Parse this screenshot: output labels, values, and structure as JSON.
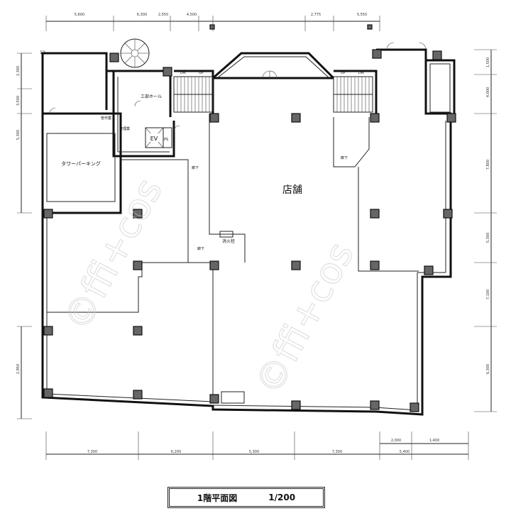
{
  "plan": {
    "title": "1階平面図",
    "scale": "1/200",
    "rooms": {
      "shop": "店舗",
      "tower_parking": "タワーパーキング",
      "elevator_hall": "エ部ホール",
      "ev": "EV",
      "ps": "PS",
      "hydrant": "消火栓",
      "small_room_1": "管作業",
      "small_room_2": "管理業"
    },
    "stair_labels": {
      "up": "UP",
      "dn": "DN"
    },
    "corridor": "廊下",
    "room_number": "12",
    "dimensions": {
      "top": [
        "5,600",
        "6,300",
        "2,550",
        "4,500",
        "2,775",
        "5,550"
      ],
      "bottom": [
        "7,300",
        "6,200",
        "5,300",
        "7,300",
        "2,000",
        "1,400",
        "5,400"
      ],
      "left": [
        "2,300",
        "3,500",
        "5,300",
        "2,950"
      ],
      "right": [
        "1,500",
        "4,000",
        "7,800",
        "5,300",
        "7,100",
        "6,300"
      ]
    },
    "watermark": "©ffi+cos"
  }
}
